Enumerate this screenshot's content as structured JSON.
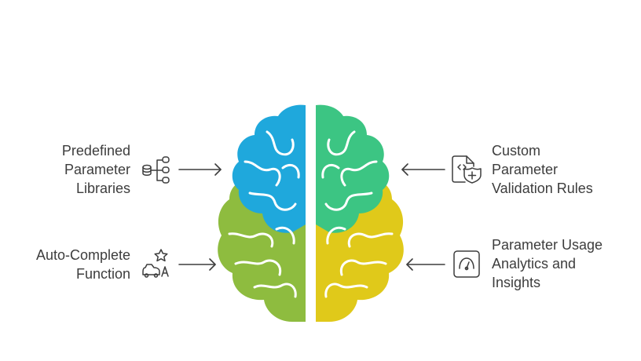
{
  "items": {
    "top_left": {
      "lines": [
        "Predefined",
        "Parameter",
        "Libraries"
      ],
      "icon": "database-tree-icon",
      "color": "#1fa8dc"
    },
    "bottom_left": {
      "lines": [
        "Auto-Complete",
        "Function"
      ],
      "icon": "car-star-icon",
      "color": "#8ebc3f"
    },
    "top_right": {
      "lines": [
        "Custom",
        "Parameter",
        "Validation Rules"
      ],
      "icon": "code-file-plus-icon",
      "color": "#3cc583"
    },
    "bottom_right": {
      "lines": [
        "Parameter Usage",
        "Analytics and",
        "Insights"
      ],
      "icon": "gauge-icon",
      "color": "#e0c91a"
    }
  }
}
